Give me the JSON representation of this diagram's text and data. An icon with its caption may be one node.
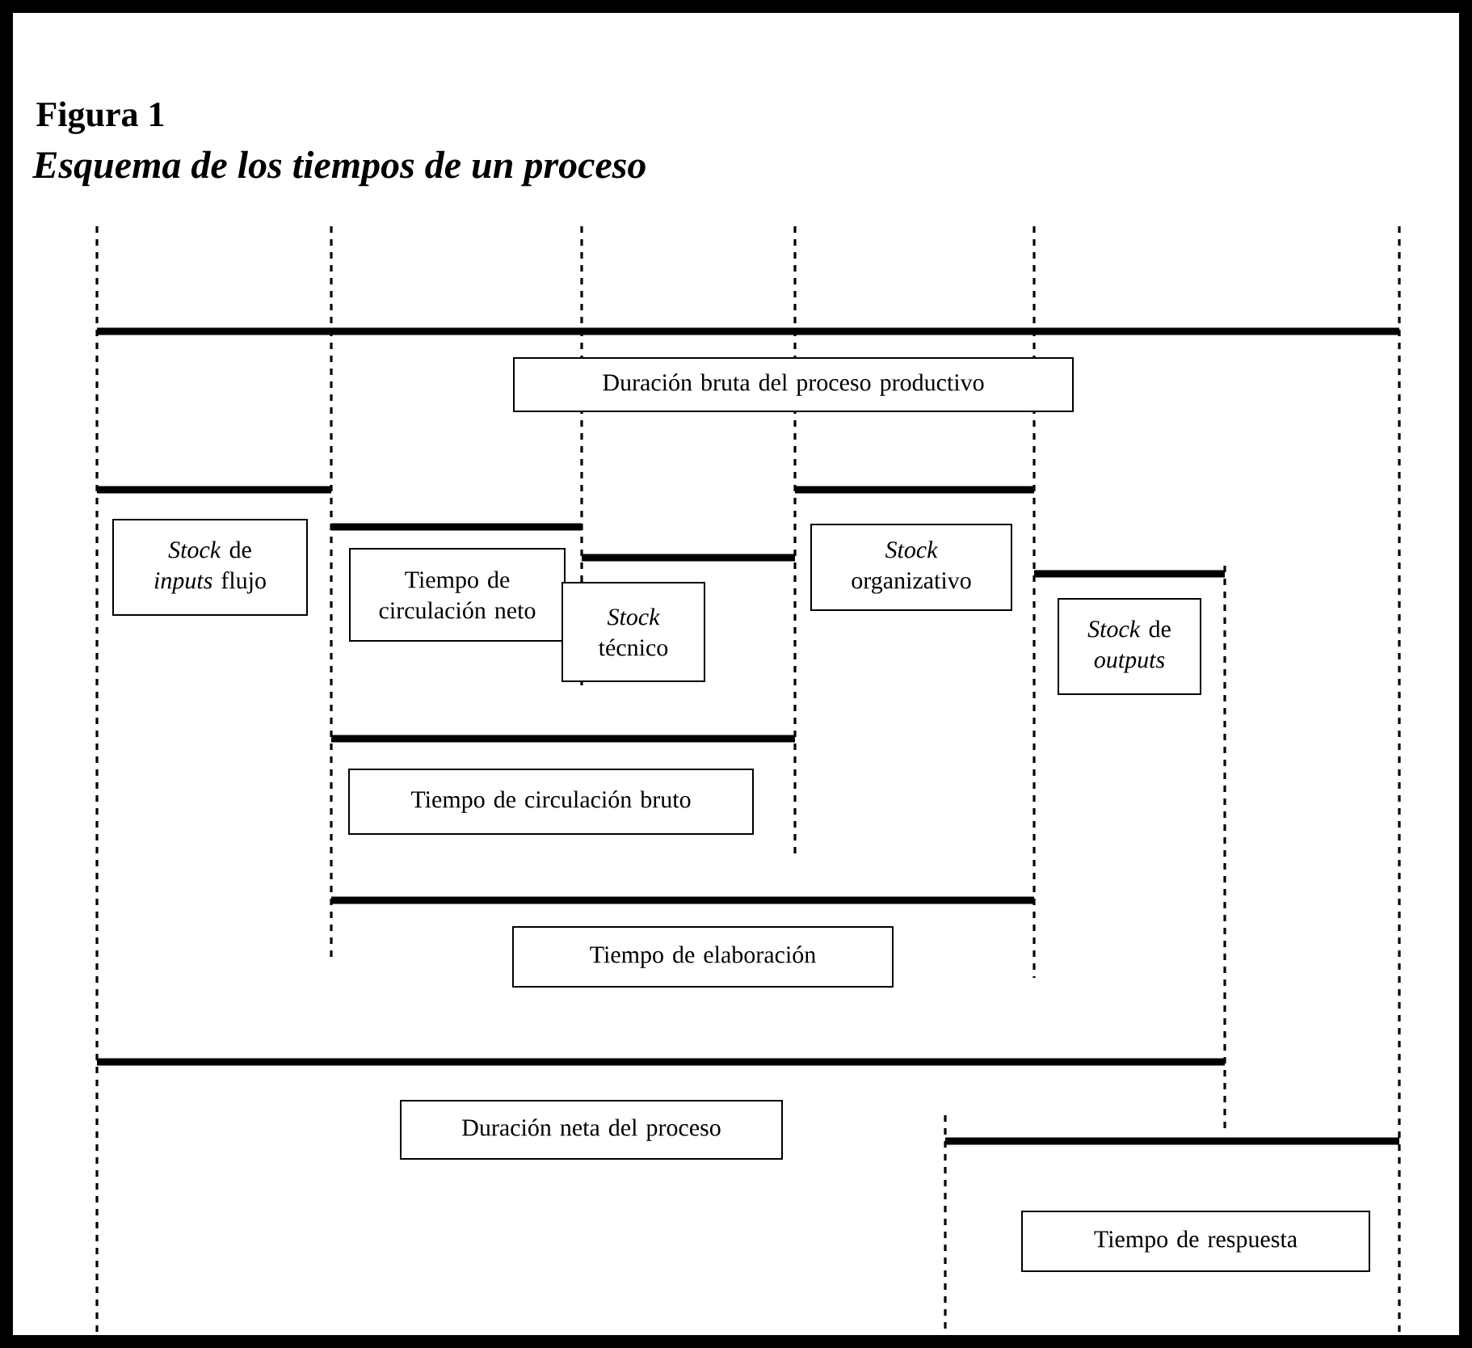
{
  "diagram": {
    "title": "Figura 1",
    "caption": "Esquema de los tiempos de un proceso",
    "nodes": [
      {
        "text": [
          "Duración bruta del proceso productivo"
        ]
      },
      {
        "text": [
          "*Stock* de *inputs* flujo"
        ]
      },
      {
        "text": [
          "Tiempo de circulación neto"
        ]
      },
      {
        "text": [
          "*Stock* técnico"
        ]
      },
      {
        "text": [
          "*Stock* organizativo"
        ]
      },
      {
        "text": [
          "*Stock* de *outputs*"
        ]
      },
      {
        "text": [
          "Tiempo de circulación bruto"
        ]
      },
      {
        "text": [
          "Tiempo de elaboración"
        ]
      },
      {
        "text": [
          "Duración neta del proceso"
        ]
      },
      {
        "text": [
          "Tiempo de respuesta"
        ]
      }
    ]
  }
}
